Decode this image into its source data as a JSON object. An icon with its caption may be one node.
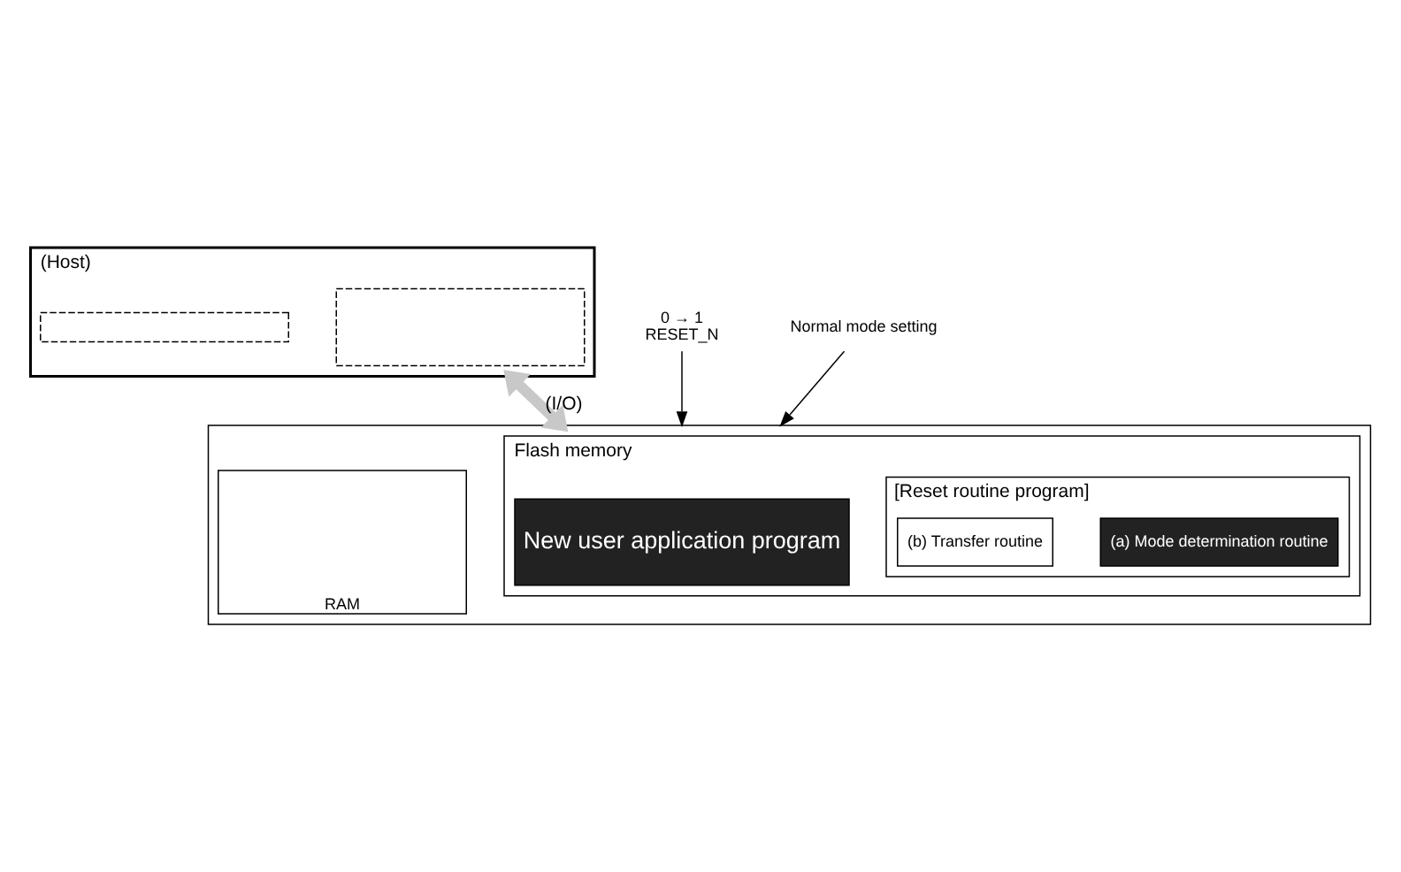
{
  "diagram": {
    "nodes": [
      {
        "text": [
          "(Host)"
        ]
      },
      {
        "text": [],
        "shape": "box",
        "in": 0
      },
      {
        "text": [],
        "shape": "box",
        "in": 0
      },
      {
        "text": [],
        "shape": "box"
      },
      {
        "text": [
          "Flash memory"
        ],
        "in": 3
      },
      {
        "text": [
          "New user application program"
        ],
        "in": 4
      },
      {
        "text": [
          "[Reset routine program]"
        ],
        "in": 4
      },
      {
        "text": [
          "(a) Mode determination routine"
        ],
        "in": 6
      },
      {
        "text": [
          "(b) Transfer routine"
        ],
        "in": 6
      },
      {
        "text": [
          "RAM"
        ],
        "in": 3
      },
      {
        "text": [
          "0 → 1",
          "RESET_N"
        ]
      },
      {
        "text": [
          "Normal mode setting"
        ]
      }
    ],
    "edges": [
      {
        "from": 3,
        "to": 0,
        "arrow": "both",
        "label": "(I/O)",
        "style": "thick",
        "color": "#c8c8c8"
      },
      {
        "from": 10,
        "to": 3,
        "arrow": "to"
      },
      {
        "from": 11,
        "to": 3,
        "arrow": "to"
      }
    ]
  }
}
